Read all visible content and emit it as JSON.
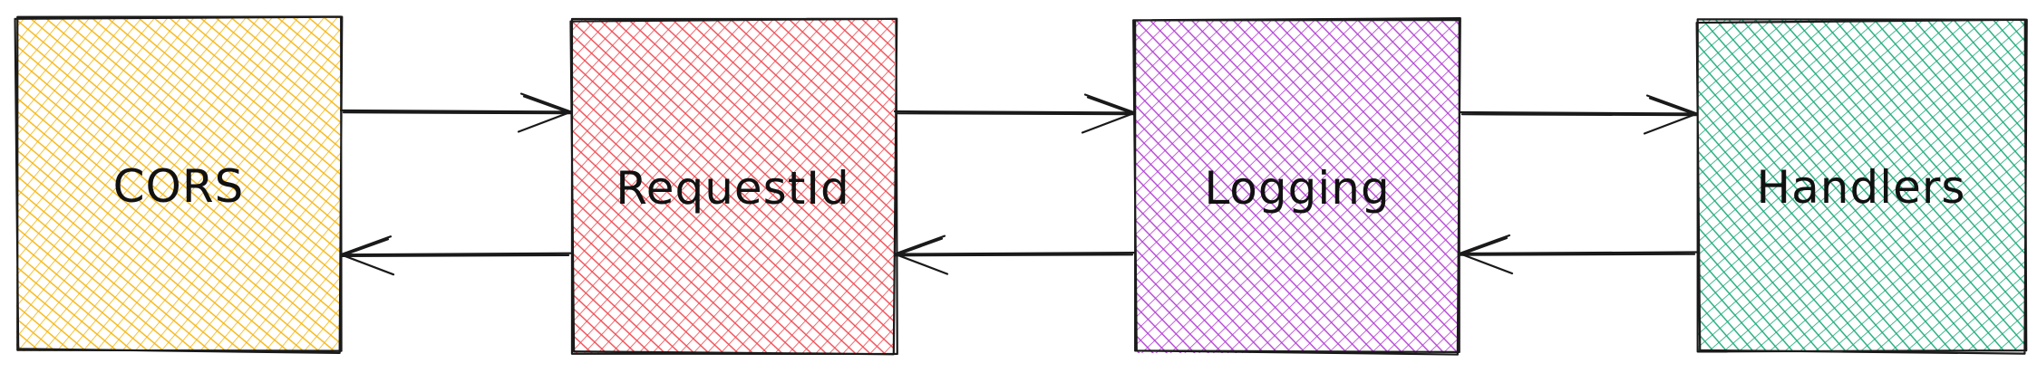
{
  "diagram": {
    "nodes": [
      {
        "id": "cors",
        "label": "CORS",
        "color": "#f5b50d"
      },
      {
        "id": "requestid",
        "label": "RequestId",
        "color": "#f0474f"
      },
      {
        "id": "logging",
        "label": "Logging",
        "color": "#b33fd4"
      },
      {
        "id": "handlers",
        "label": "Handlers",
        "color": "#19a97a"
      }
    ],
    "edges": [
      {
        "from": "cors",
        "to": "requestid",
        "direction": "forward"
      },
      {
        "from": "requestid",
        "to": "cors",
        "direction": "return"
      },
      {
        "from": "requestid",
        "to": "logging",
        "direction": "forward"
      },
      {
        "from": "logging",
        "to": "requestid",
        "direction": "return"
      },
      {
        "from": "logging",
        "to": "handlers",
        "direction": "forward"
      },
      {
        "from": "handlers",
        "to": "logging",
        "direction": "return"
      }
    ]
  }
}
